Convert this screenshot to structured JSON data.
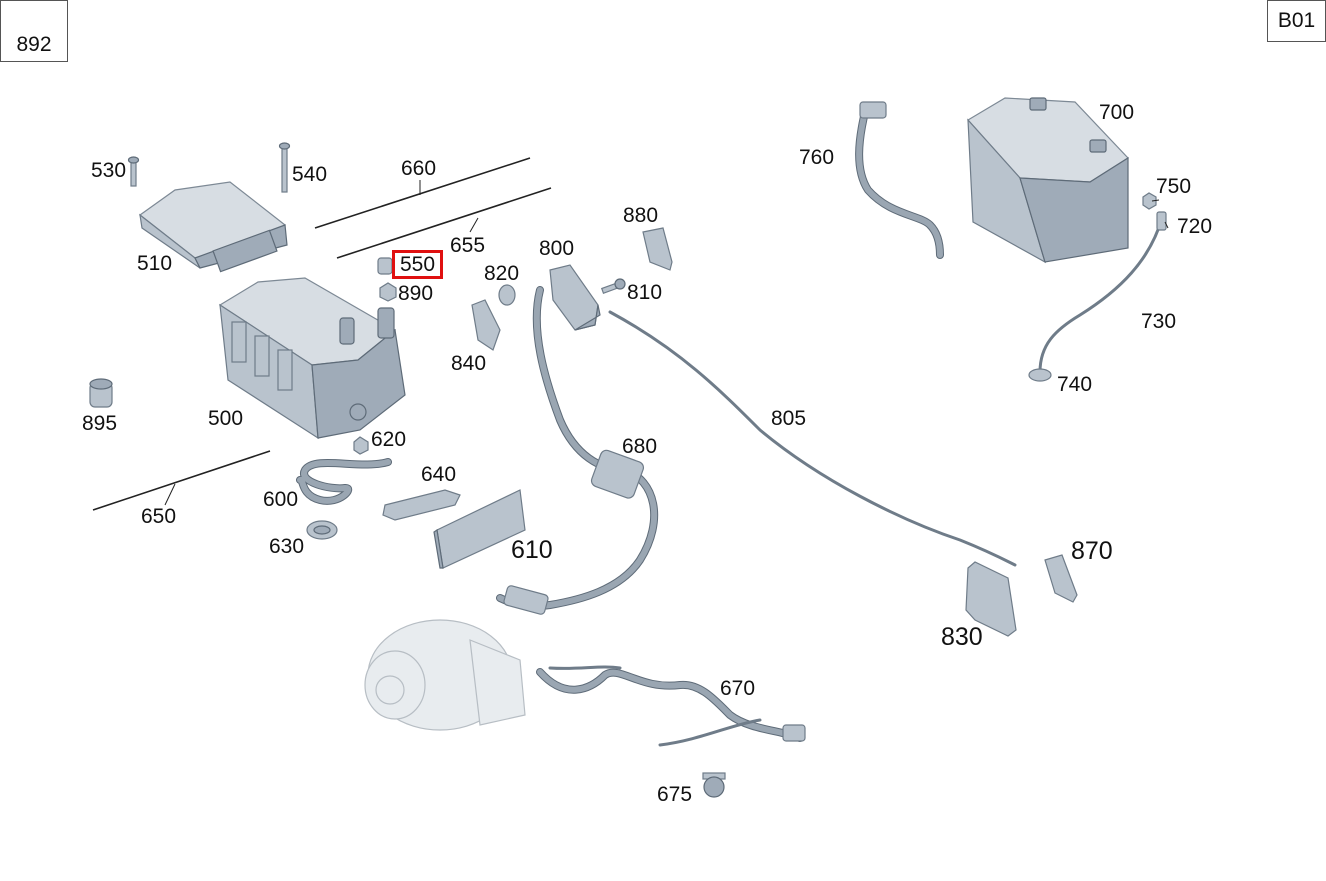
{
  "page_ref": "B01",
  "legend_part": "892",
  "labels": {
    "l530": "530",
    "l540": "540",
    "l660": "660",
    "l510": "510",
    "l655": "655",
    "l550": "550",
    "l890": "890",
    "l820": "820",
    "l800": "800",
    "l880": "880",
    "l810": "810",
    "l840": "840",
    "l500": "500",
    "l895": "895",
    "l620": "620",
    "l680": "680",
    "l640": "640",
    "l600": "600",
    "l650": "650",
    "l630": "630",
    "l610": "610",
    "l805": "805",
    "l870": "870",
    "l830": "830",
    "l670": "670",
    "l675": "675",
    "l700": "700",
    "l760": "760",
    "l750": "750",
    "l720": "720",
    "l730": "730",
    "l740": "740"
  },
  "highlighted_part": "550",
  "colors": {
    "highlight": "#e01010",
    "part_fill": "#b9c3cd",
    "part_stroke": "#6f7c89"
  }
}
